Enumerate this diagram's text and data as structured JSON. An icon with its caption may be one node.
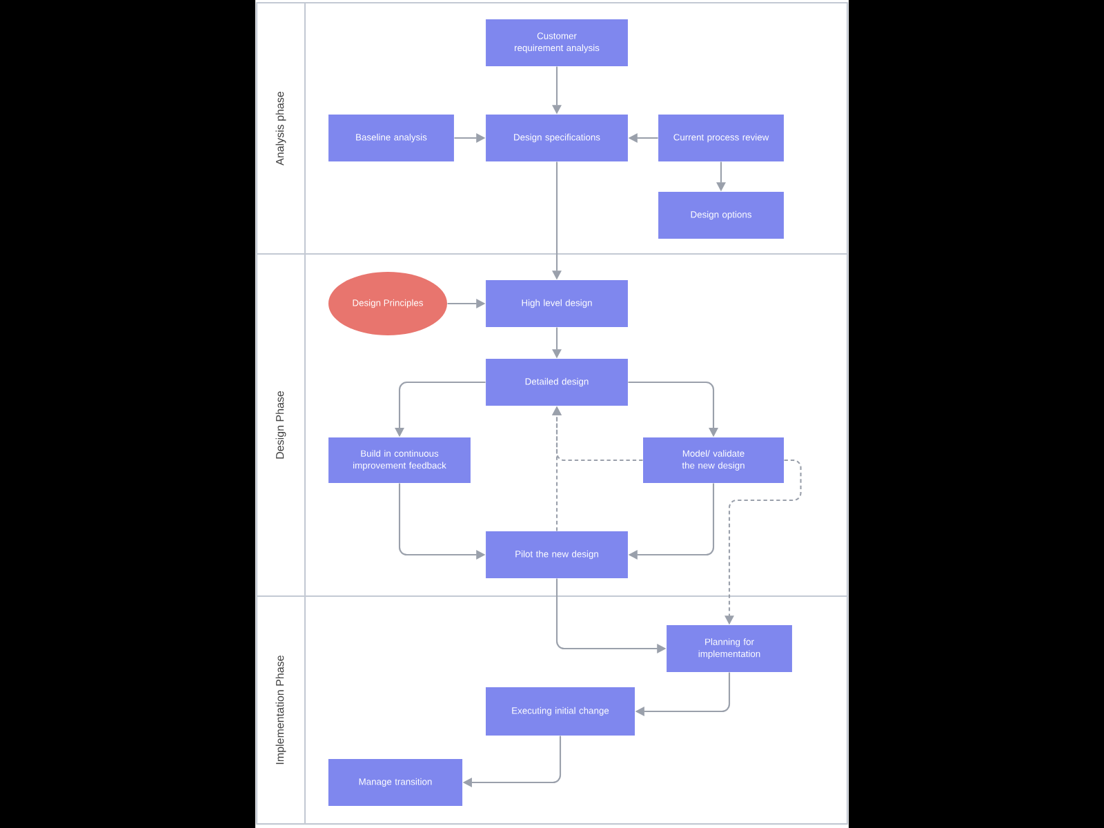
{
  "diagram": {
    "nodes": [
      {
        "text": [
          "Analysis phase"
        ]
      },
      {
        "text": [
          "Customer requirement analysis"
        ],
        "in": 0
      },
      {
        "text": [
          "Baseline analysis"
        ],
        "in": 0
      },
      {
        "text": [
          "Design specifications"
        ],
        "in": 0
      },
      {
        "text": [
          "Current process review"
        ],
        "in": 0
      },
      {
        "text": [
          "Design options"
        ],
        "in": 0
      },
      {
        "text": [
          "Design Phase"
        ]
      },
      {
        "text": [
          "Design Principles"
        ],
        "in": 6
      },
      {
        "text": [
          "High level design"
        ],
        "in": 6
      },
      {
        "text": [
          "Detailed design"
        ],
        "in": 6
      },
      {
        "text": [
          "Build in continuous improvement feedback"
        ],
        "in": 6
      },
      {
        "text": [
          "Model/ validate the new design"
        ],
        "in": 6
      },
      {
        "text": [
          "Pilot the new design"
        ],
        "in": 6
      },
      {
        "text": [
          "Implementation Phase"
        ]
      },
      {
        "text": [
          "Planning for implementation"
        ],
        "in": 13
      },
      {
        "text": [
          "Executing initial change"
        ],
        "in": 13
      },
      {
        "text": [
          "Manage transition"
        ],
        "in": 13
      }
    ],
    "edges": [
      {
        "from": 1,
        "to": 3,
        "arrow": "to"
      },
      {
        "from": 2,
        "to": 3,
        "arrow": "to"
      },
      {
        "from": 4,
        "to": 3,
        "arrow": "to"
      },
      {
        "from": 4,
        "to": 5,
        "arrow": "to"
      },
      {
        "from": 3,
        "to": 8,
        "arrow": "to"
      },
      {
        "from": 7,
        "to": 8,
        "arrow": "to"
      },
      {
        "from": 8,
        "to": 9,
        "arrow": "to"
      },
      {
        "from": 9,
        "to": 10,
        "arrow": "to"
      },
      {
        "from": 9,
        "to": 11,
        "arrow": "to"
      },
      {
        "from": 10,
        "to": 12,
        "arrow": "to"
      },
      {
        "from": 11,
        "to": 12,
        "arrow": "to"
      },
      {
        "from": 12,
        "to": 9,
        "arrow": "to",
        "style": "dashed"
      },
      {
        "from": 11,
        "to": 9,
        "arrow": "to",
        "style": "dashed"
      },
      {
        "from": 11,
        "to": 14,
        "arrow": "to",
        "style": "dashed"
      },
      {
        "from": 12,
        "to": 14,
        "arrow": "to"
      },
      {
        "from": 14,
        "to": 15,
        "arrow": "to"
      },
      {
        "from": 15,
        "to": 16,
        "arrow": "to"
      }
    ]
  }
}
